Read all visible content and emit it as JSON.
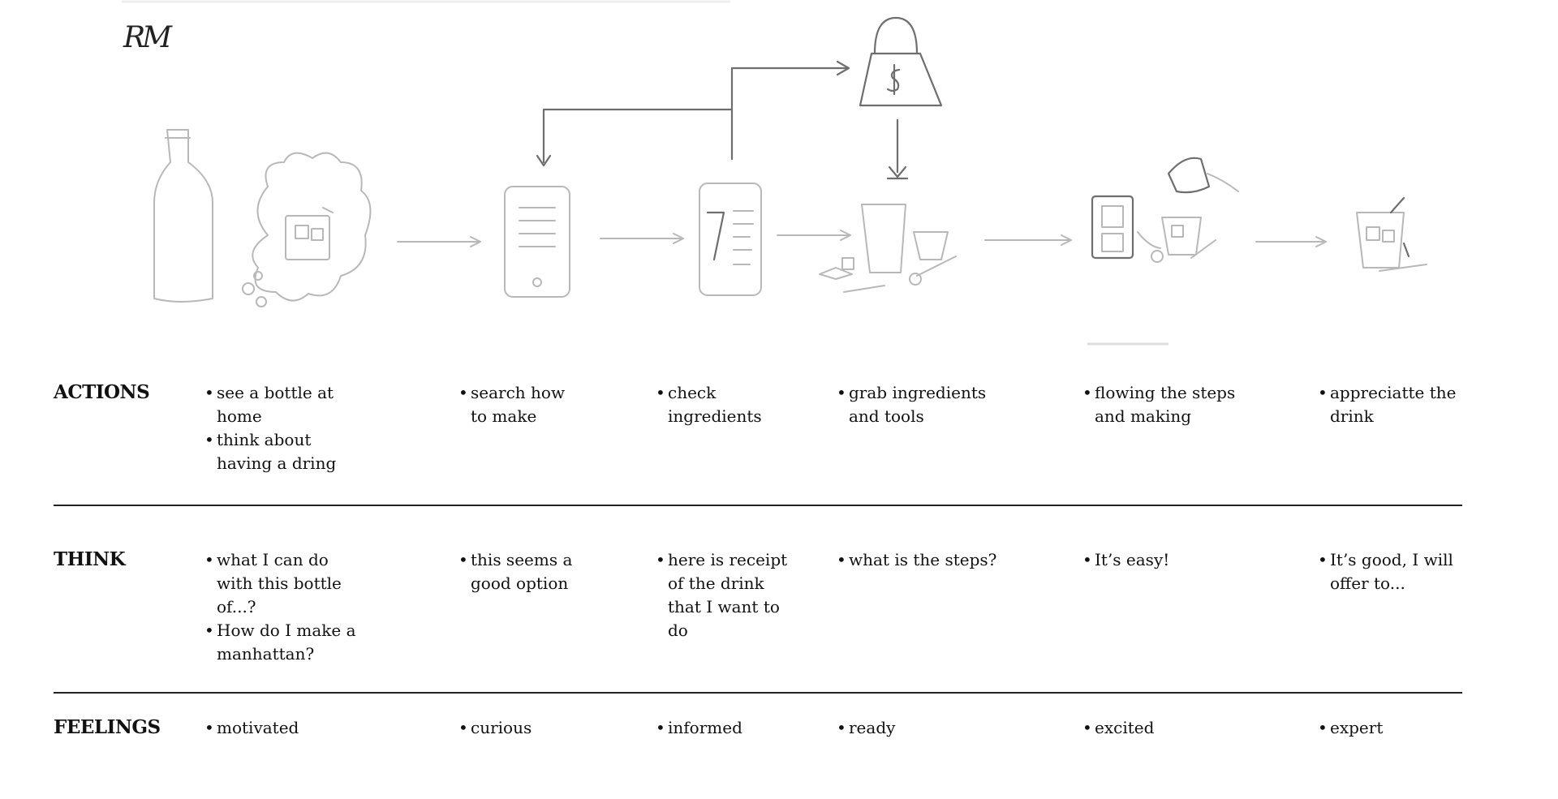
{
  "initials": "RM",
  "rows": [
    {
      "label": "ACTIONS",
      "columns": [
        [
          "see a bottle at home",
          "think about having a dring"
        ],
        [
          "search how to make"
        ],
        [
          "check ingredients"
        ],
        [
          "grab ingredients and tools"
        ],
        [
          "flowing the steps and making"
        ],
        [
          "appreciatte the drink"
        ]
      ]
    },
    {
      "label": "THINK",
      "columns": [
        [
          "what I can do with this bottle of...?",
          "How do I make a manhattan?"
        ],
        [
          "this seems a good option"
        ],
        [
          "here is receipt of the drink that I want to do"
        ],
        [
          "what is the steps?"
        ],
        [
          "It’s easy!"
        ],
        [
          "It’s good, I will offer to..."
        ]
      ]
    },
    {
      "label": "FEELINGS",
      "columns": [
        [
          "motivated"
        ],
        [
          "curious"
        ],
        [
          "informed"
        ],
        [
          "ready"
        ],
        [
          "excited"
        ],
        [
          "expert"
        ]
      ]
    }
  ]
}
